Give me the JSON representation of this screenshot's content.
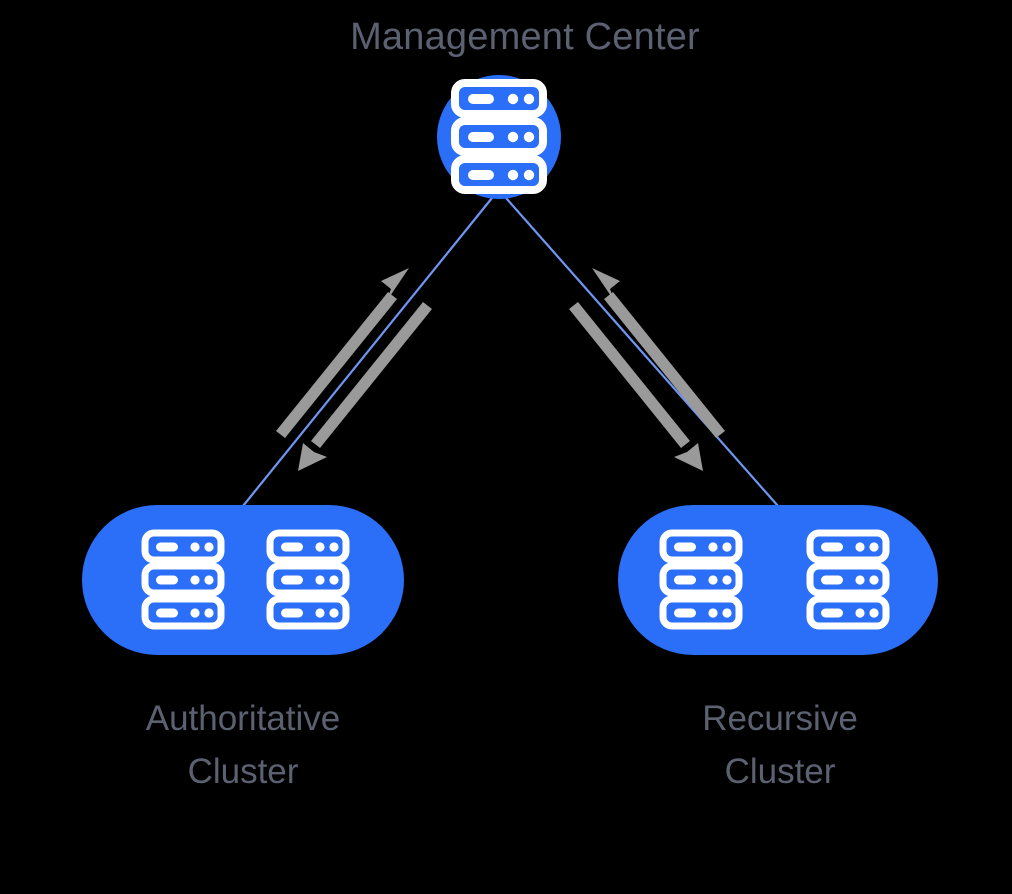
{
  "diagram": {
    "background_color": "#000000",
    "title": "Management Center",
    "accent_blue": "#2b6ef7",
    "line_blue": "#6f97f2",
    "arrow_gray": "#9a9a9a",
    "text_gray": "#5b6170",
    "nodes": [
      {
        "id": "management-center",
        "label": "Management Center",
        "shape": "circle",
        "icon": "server-stack-icon",
        "icon_count": 1,
        "color": "#2b6ef7"
      },
      {
        "id": "authoritative-cluster",
        "label_line1": "Authoritative",
        "label_line2": "Cluster",
        "shape": "pill",
        "icon": "server-stack-icon",
        "icon_count": 2,
        "color": "#2b6ef7"
      },
      {
        "id": "recursive-cluster",
        "label_line1": "Recursive",
        "label_line2": "Cluster",
        "shape": "pill",
        "icon": "server-stack-icon",
        "icon_count": 2,
        "color": "#2b6ef7"
      }
    ],
    "connections": [
      {
        "id": "link-mgmt-authoritative",
        "from": "management-center",
        "to": "authoritative-cluster",
        "style": "thin-blue-line"
      },
      {
        "id": "link-mgmt-recursive",
        "from": "management-center",
        "to": "recursive-cluster",
        "style": "thin-blue-line"
      },
      {
        "id": "arrow-authoritative-up",
        "from": "authoritative-cluster",
        "to": "management-center",
        "style": "gray-arrow",
        "direction": "up"
      },
      {
        "id": "arrow-authoritative-down",
        "from": "management-center",
        "to": "authoritative-cluster",
        "style": "gray-arrow",
        "direction": "down"
      },
      {
        "id": "arrow-recursive-up",
        "from": "recursive-cluster",
        "to": "management-center",
        "style": "gray-arrow",
        "direction": "up"
      },
      {
        "id": "arrow-recursive-down",
        "from": "management-center",
        "to": "recursive-cluster",
        "style": "gray-arrow",
        "direction": "down"
      }
    ]
  }
}
